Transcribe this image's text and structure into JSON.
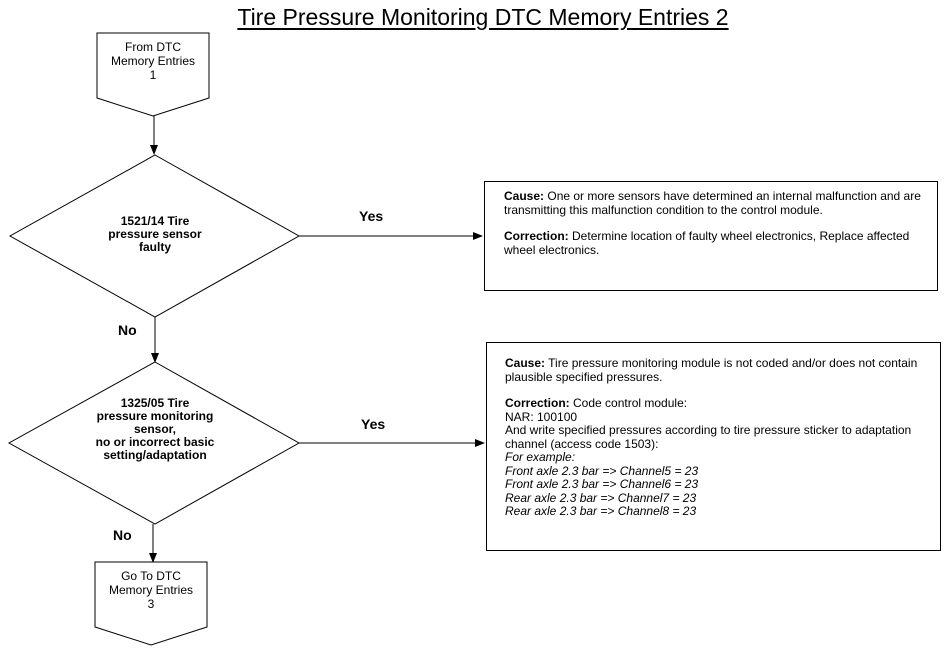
{
  "title": "Tire Pressure Monitoring DTC Memory Entries 2",
  "start_connector": [
    "From DTC",
    "Memory Entries",
    "1"
  ],
  "decision_1": [
    "1521/14 Tire",
    "pressure sensor",
    "faulty"
  ],
  "decision_2": [
    "1325/05 Tire",
    "pressure monitoring",
    "sensor,",
    "no or incorrect basic",
    "setting/adaptation"
  ],
  "end_connector": [
    "Go To DTC",
    "Memory Entries",
    "3"
  ],
  "edge_labels": {
    "yes_1": "Yes",
    "no_1": "No",
    "yes_2": "Yes",
    "no_2": "No"
  },
  "box_1": {
    "cause_label": "Cause:",
    "cause_text": "One or more sensors have determined an internal malfunction and are transmitting this malfunction condition to the control module.",
    "correction_label": "Correction:",
    "correction_text": "Determine location of faulty wheel electronics, Replace affected wheel electronics."
  },
  "box_2": {
    "cause_label": "Cause:",
    "cause_text": "Tire pressure monitoring module is not coded and/or does not contain plausible specified pressures.",
    "correction_label": "Correction:",
    "correction_text": "Code control module:",
    "lines": [
      "NAR: 100100",
      "And write specified pressures according to tire pressure sticker to adaptation channel (access code 1503):"
    ],
    "italic_lines": [
      "For example:",
      "Front axle 2.3 bar => Channel5 = 23",
      "Front axle 2.3 bar => Channel6 = 23",
      "Rear axle 2.3 bar => Channel7 = 23",
      "Rear axle 2.3 bar => Channel8 = 23"
    ]
  }
}
